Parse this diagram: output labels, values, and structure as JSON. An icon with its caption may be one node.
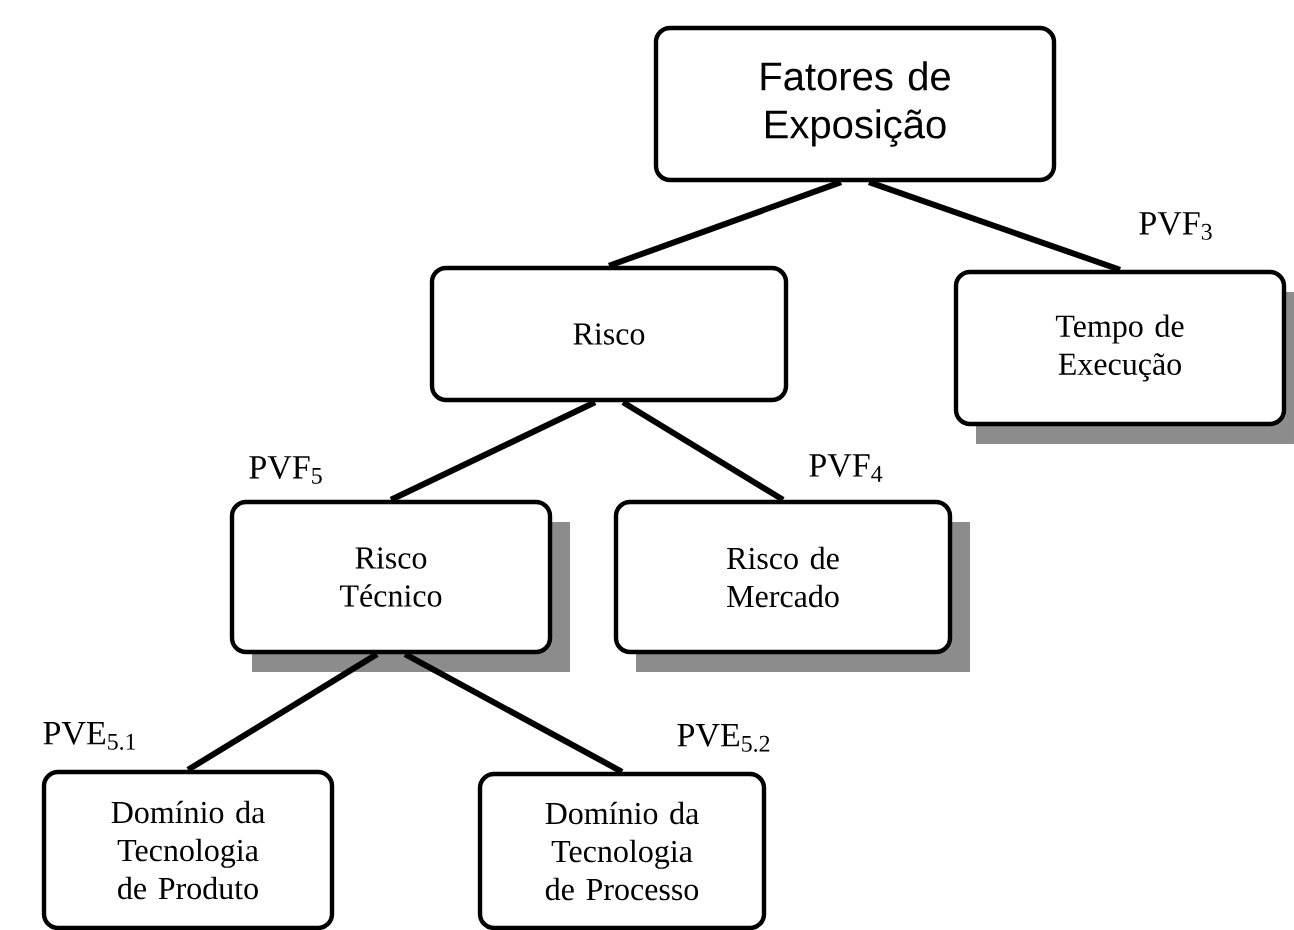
{
  "diagram": {
    "nodes": [
      {
        "text": [
          "Fatores de Exposição"
        ]
      },
      {
        "text": [
          "Risco"
        ]
      },
      {
        "text": [
          "Tempo de Execução"
        ],
        "beside": [
          "PVF$_{3}$"
        ]
      },
      {
        "text": [
          "Risco Técnico"
        ],
        "beside": [
          "PVF$_{5}$"
        ]
      },
      {
        "text": [
          "Risco de Mercado"
        ],
        "beside": [
          "PVF$_{4}$"
        ]
      },
      {
        "text": [
          "Domínio da Tecnologia de Produto"
        ],
        "beside": [
          "PVE$_{5.1}$"
        ]
      },
      {
        "text": [
          "Domínio da Tecnologia de Processo"
        ],
        "beside": [
          "PVE$_{5.2}$"
        ]
      }
    ],
    "edges": [
      {
        "from": 0,
        "to": 1,
        "arrow": "none"
      },
      {
        "from": 0,
        "to": 2,
        "arrow": "none"
      },
      {
        "from": 1,
        "to": 3,
        "arrow": "none"
      },
      {
        "from": 1,
        "to": 4,
        "arrow": "none"
      },
      {
        "from": 3,
        "to": 5,
        "arrow": "none"
      },
      {
        "from": 3,
        "to": 6,
        "arrow": "none"
      }
    ]
  }
}
